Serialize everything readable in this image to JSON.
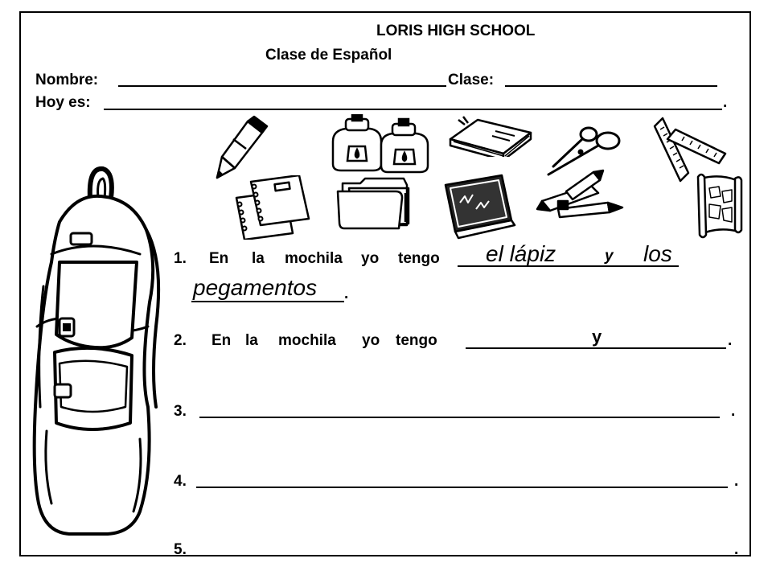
{
  "header": {
    "school": "LORIS HIGH SCHOOL",
    "class_title": "Clase de Español",
    "name_label": "Nombre:",
    "class_label": "Clase:",
    "date_label": "Hoy es:",
    "period": "."
  },
  "icons": [
    "pencil-icon",
    "glue-bottles-icon",
    "book-icon",
    "scissors-icon",
    "ruler-icon",
    "notebooks-icon",
    "folder-icon",
    "chalkboard-icon",
    "crayons-icon",
    "map-icon",
    "backpack-icon"
  ],
  "exercises": [
    {
      "number": "1.",
      "prompt_words": [
        "En",
        "la",
        "mochila",
        "yo",
        "tengo"
      ],
      "answer1": "el lápiz",
      "conj": "y",
      "answer2": "los",
      "answer2_cont": "pegamentos",
      "period": "."
    },
    {
      "number": "2.",
      "prompt_words": [
        "En",
        "la",
        "mochila",
        "yo",
        "tengo"
      ],
      "conj": "y",
      "period": "."
    },
    {
      "number": "3.",
      "period": "."
    },
    {
      "number": "4.",
      "period": "."
    },
    {
      "number": "5.",
      "period": "."
    }
  ]
}
